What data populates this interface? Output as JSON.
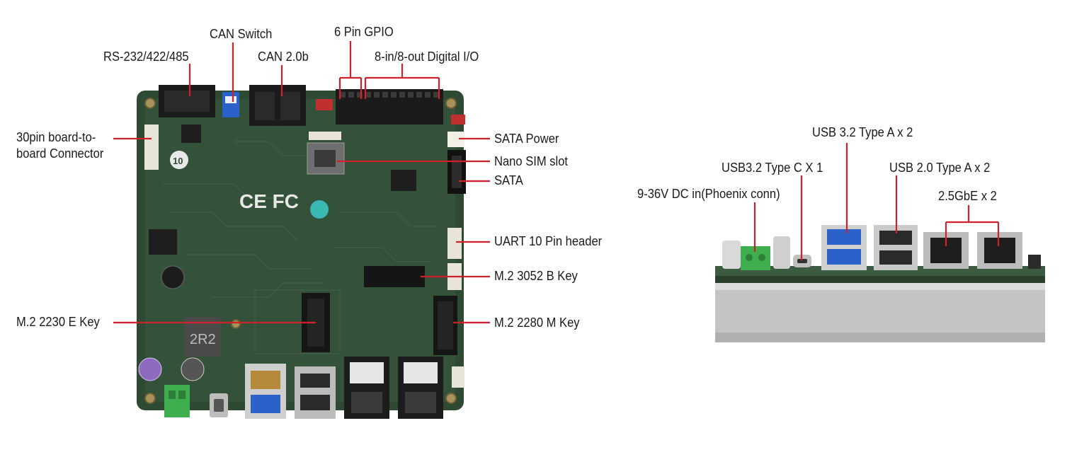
{
  "left_labels": {
    "rs232": "RS-232/422/485",
    "can_switch": "CAN Switch",
    "can20b": "CAN 2.0b",
    "gpio6": "6 Pin GPIO",
    "digital_io": "8-in/8-out Digital I/O",
    "board_conn": "30pin board-to-board Connector",
    "sata_power": "SATA Power",
    "nano_sim": "Nano SIM slot",
    "sata": "SATA",
    "uart": "UART 10 Pin header",
    "m2_b": "M.2 3052 B Key",
    "m2_e": "M.2 2230 E Key",
    "m2_m": "M.2 2280 M Key"
  },
  "right_labels": {
    "usb32a": "USB 3.2 Type A x 2",
    "usb32c": "USB3.2 Type C X 1",
    "usb20a": "USB 2.0 Type A x 2",
    "dcin": "9-36V DC in(Phoenix conn)",
    "gbe": "2.5GbE x 2"
  },
  "board_marks": {
    "ce_fcc": "CE FC",
    "badge": "10",
    "inductor": "2R2"
  },
  "colors": {
    "leader": "#d0202a",
    "pcb": "#2f4a32",
    "pcb_light": "#3d5b40",
    "connector": "#1b1b1b",
    "phoenix": "#3fae4f",
    "usb3_blue": "#2a62c9",
    "heatsink": "#c4c4c4"
  }
}
